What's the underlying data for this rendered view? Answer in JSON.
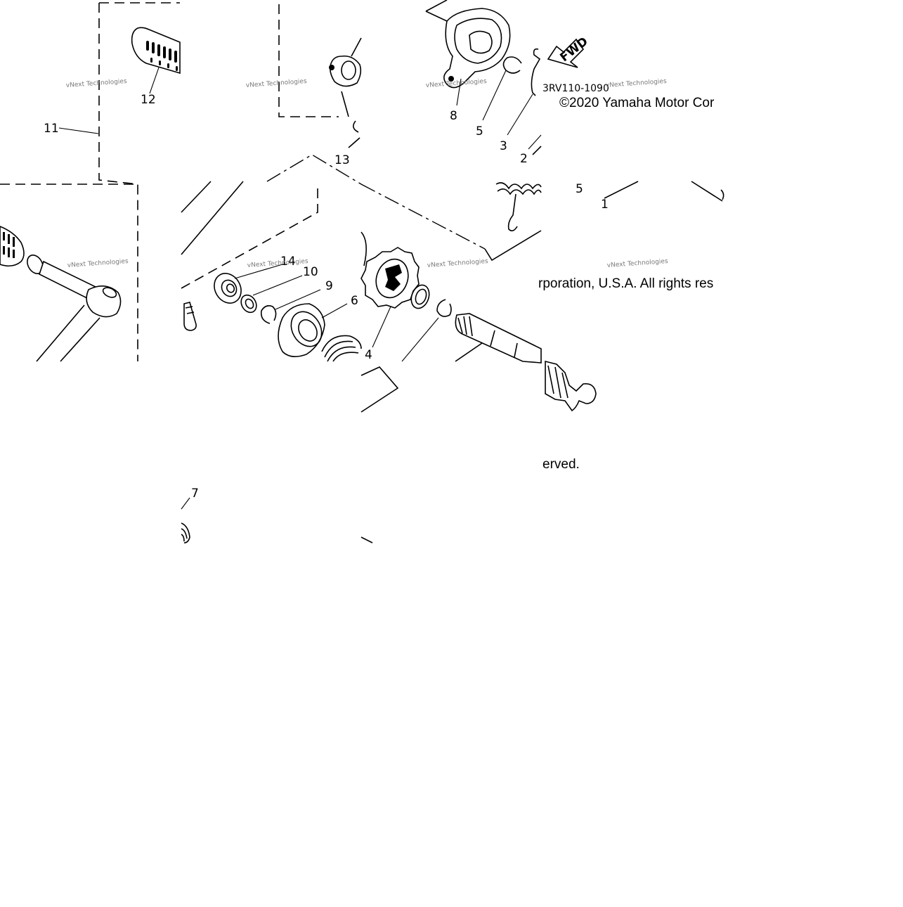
{
  "diagram": {
    "part_code": "3RV110-1090",
    "copyright_line1": "©2020 Yamaha Motor Cor",
    "copyright_line2": "rporation, U.S.A. All rights res",
    "copyright_line3": "erved.",
    "watermark": "vNext Technologies",
    "direction_label": "FWD",
    "callouts": {
      "c1": "1",
      "c2": "2",
      "c3": "3",
      "c4": "4",
      "c5": "5",
      "c5b": "5",
      "c6": "6",
      "c7": "7",
      "c8": "8",
      "c9": "9",
      "c10": "10",
      "c11": "11",
      "c12": "12",
      "c13": "13",
      "c14": "14"
    }
  }
}
